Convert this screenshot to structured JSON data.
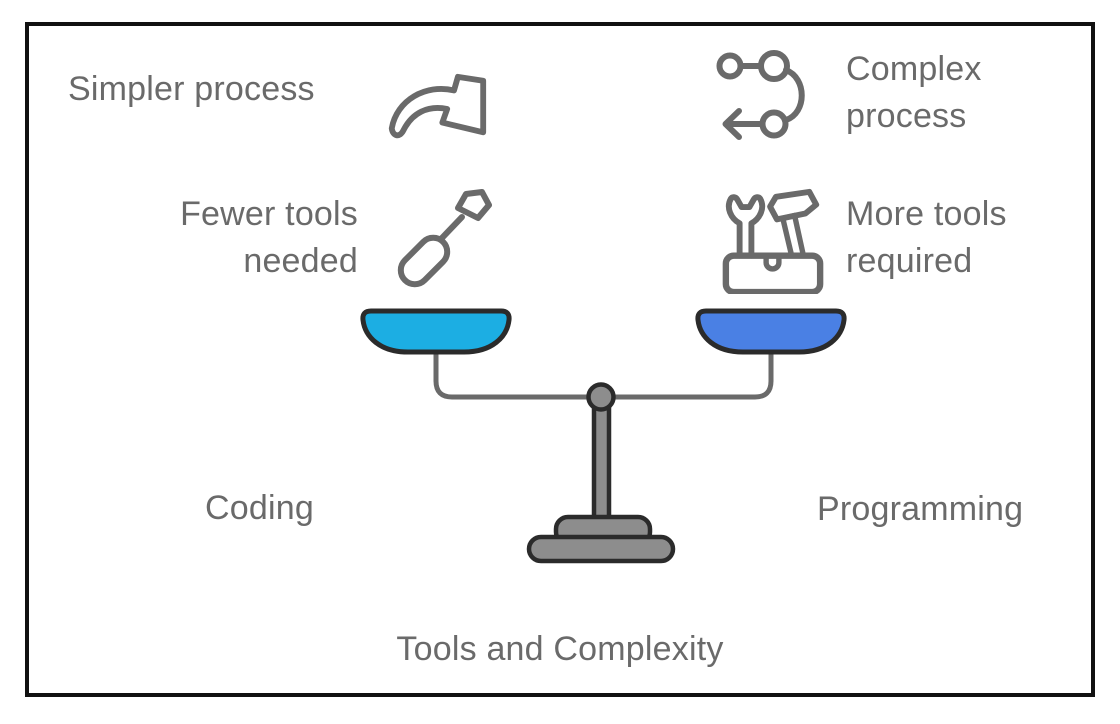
{
  "title": "Tools and Complexity",
  "left_side": {
    "process_label": "Simpler process",
    "process_icon": "redo-arrow-icon",
    "tools_label": "Fewer tools\nneeded",
    "tools_icon": "screwdriver-icon",
    "category_label": "Coding",
    "pan_color": "#1caee3"
  },
  "right_side": {
    "process_label": "Complex\nprocess",
    "process_icon": "winding-path-icon",
    "tools_label": "More tools\nrequired",
    "tools_icon": "toolbox-icon",
    "category_label": "Programming",
    "pan_color": "#4a80e4"
  },
  "scale": {
    "kind": "balance-scale",
    "metal_color": "#8d8d8d",
    "outline_color": "#2b2b2b",
    "arm_color": "#6a6a6a"
  },
  "colors": {
    "text": "#6a6a6a",
    "icon_stroke": "#6a6a6a",
    "frame_border": "#111111",
    "background": "#ffffff"
  }
}
